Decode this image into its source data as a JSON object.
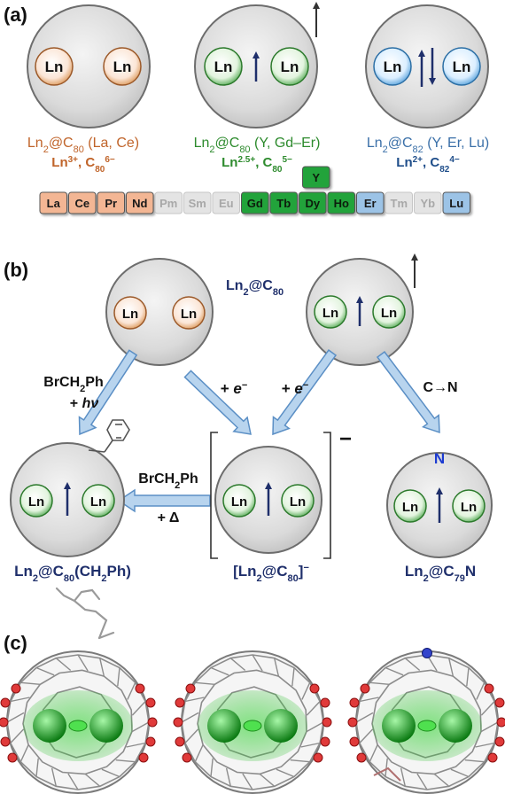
{
  "panels": {
    "a": "(a)",
    "b": "(b)",
    "c": "(c)"
  },
  "ln": "Ln",
  "panel_a": {
    "cap1_line1_pre": "Ln",
    "cap1_sub1": "2",
    "cap1_mid": "@C",
    "cap1_sub2": "80",
    "cap1_post": " (La, Ce)",
    "cap1_line2_a": "Ln",
    "cap1_line2_sup1": "3+",
    "cap1_line2_b": ", C",
    "cap1_line2_sub": "80",
    "cap1_line2_sup2": "6−",
    "cap2_line1_pre": "Ln",
    "cap2_sub1": "2",
    "cap2_mid": "@C",
    "cap2_sub2": "80",
    "cap2_post": " (Y, Gd–Er)",
    "cap2_line2_a": "Ln",
    "cap2_line2_sup1": "2.5+",
    "cap2_line2_b": ", C",
    "cap2_line2_sub": "80",
    "cap2_line2_sup2": "5−",
    "cap3_line1_pre": "Ln",
    "cap3_sub1": "2",
    "cap3_mid": "@C",
    "cap3_sub2": "82",
    "cap3_post": " (Y, Er, Lu)",
    "cap3_line2_a": "Ln",
    "cap3_line2_sup1": "2+",
    "cap3_line2_b": ", C",
    "cap3_line2_sub": "82",
    "cap3_line2_sup2": "4−",
    "elements": [
      {
        "symbol": "La",
        "group": "orange"
      },
      {
        "symbol": "Ce",
        "group": "orange"
      },
      {
        "symbol": "Pr",
        "group": "orange"
      },
      {
        "symbol": "Nd",
        "group": "orange"
      },
      {
        "symbol": "Pm",
        "group": "gray"
      },
      {
        "symbol": "Sm",
        "group": "gray"
      },
      {
        "symbol": "Eu",
        "group": "gray"
      },
      {
        "symbol": "Gd",
        "group": "green"
      },
      {
        "symbol": "Tb",
        "group": "green"
      },
      {
        "symbol": "Dy",
        "group": "green"
      },
      {
        "symbol": "Ho",
        "group": "green"
      },
      {
        "symbol": "Er",
        "group": "blue"
      },
      {
        "symbol": "Tm",
        "group": "gray"
      },
      {
        "symbol": "Yb",
        "group": "gray"
      },
      {
        "symbol": "Lu",
        "group": "blue"
      }
    ],
    "y_symbol": "Y"
  },
  "panel_b": {
    "title_pre": "Ln",
    "title_sub1": "2",
    "title_mid": "@C",
    "title_sub2": "80",
    "arrow1_l1_pre": "BrCH",
    "arrow1_l1_sub": "2",
    "arrow1_l1_post": "Ph",
    "arrow1_l2_plus": "+ ",
    "arrow1_l2_hv": "hν",
    "arrow2_pre": "+ ",
    "arrow2_e": "e",
    "arrow2_sup": "−",
    "arrow3_pre": "+ ",
    "arrow3_e": "e",
    "arrow3_sup": "−",
    "arrow4": "C→N",
    "n_atom": "N",
    "arrow5_l1_pre": "BrCH",
    "arrow5_l1_sub": "2",
    "arrow5_l1_post": "Ph",
    "arrow5_l2": "+ Δ",
    "anion_charge": "−",
    "prod1_pre": "Ln",
    "prod1_sub1": "2",
    "prod1_mid": "@C",
    "prod1_sub2": "80",
    "prod1_post": "(CH",
    "prod1_sub3": "2",
    "prod1_end": "Ph)",
    "prod2_pre": "[Ln",
    "prod2_sub1": "2",
    "prod2_mid": "@C",
    "prod2_sub2": "80",
    "prod2_post": "]",
    "prod2_sup": "−",
    "prod3_pre": "Ln",
    "prod3_sub1": "2",
    "prod3_mid": "@C",
    "prod3_sub2": "79",
    "prod3_post": "N"
  },
  "colors": {
    "orange_text": "#c0642a",
    "green_text": "#2e8b2e",
    "blue_text": "#3a6fa8",
    "navy": "#1f2f6b",
    "cage": "#dcdcdc",
    "orange_box": "#f3b694",
    "green_box": "#22a33a",
    "blue_box": "#9cc3e6",
    "gray_box": "#e4e4e4",
    "arrow_fill": "#b8d4ee",
    "arrow_stroke": "#5b8fc5"
  }
}
